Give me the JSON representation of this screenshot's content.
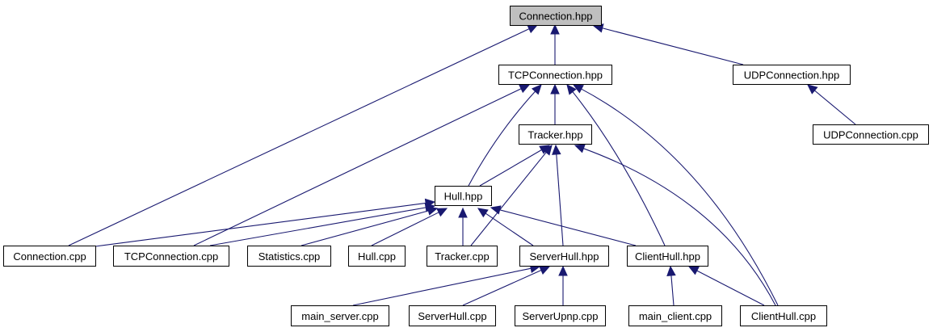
{
  "diagram": {
    "type": "include-dependency-graph",
    "root": "Connection.hpp",
    "nodes": [
      {
        "id": "connection_hpp",
        "label": "Connection.hpp",
        "root": true
      },
      {
        "id": "tcpconnection_hpp",
        "label": "TCPConnection.hpp"
      },
      {
        "id": "udpconnection_hpp",
        "label": "UDPConnection.hpp"
      },
      {
        "id": "udpconnection_cpp",
        "label": "UDPConnection.cpp"
      },
      {
        "id": "tracker_hpp",
        "label": "Tracker.hpp"
      },
      {
        "id": "hull_hpp",
        "label": "Hull.hpp"
      },
      {
        "id": "connection_cpp",
        "label": "Connection.cpp"
      },
      {
        "id": "tcpconnection_cpp",
        "label": "TCPConnection.cpp"
      },
      {
        "id": "statistics_cpp",
        "label": "Statistics.cpp"
      },
      {
        "id": "hull_cpp",
        "label": "Hull.cpp"
      },
      {
        "id": "tracker_cpp",
        "label": "Tracker.cpp"
      },
      {
        "id": "serverhull_hpp",
        "label": "ServerHull.hpp"
      },
      {
        "id": "clienthull_hpp",
        "label": "ClientHull.hpp"
      },
      {
        "id": "main_server_cpp",
        "label": "main_server.cpp"
      },
      {
        "id": "serverhull_cpp",
        "label": "ServerHull.cpp"
      },
      {
        "id": "serverupnp_cpp",
        "label": "ServerUpnp.cpp"
      },
      {
        "id": "main_client_cpp",
        "label": "main_client.cpp"
      },
      {
        "id": "clienthull_cpp",
        "label": "ClientHull.cpp"
      }
    ],
    "edges": [
      {
        "from": "tcpconnection_hpp",
        "to": "connection_hpp"
      },
      {
        "from": "udpconnection_hpp",
        "to": "connection_hpp"
      },
      {
        "from": "connection_cpp",
        "to": "connection_hpp"
      },
      {
        "from": "udpconnection_cpp",
        "to": "udpconnection_hpp"
      },
      {
        "from": "tracker_hpp",
        "to": "tcpconnection_hpp"
      },
      {
        "from": "hull_hpp",
        "to": "tcpconnection_hpp"
      },
      {
        "from": "tcpconnection_cpp",
        "to": "tcpconnection_hpp"
      },
      {
        "from": "clienthull_hpp",
        "to": "tcpconnection_hpp"
      },
      {
        "from": "clienthull_cpp",
        "to": "tcpconnection_hpp"
      },
      {
        "from": "hull_hpp",
        "to": "tracker_hpp"
      },
      {
        "from": "tracker_cpp",
        "to": "tracker_hpp"
      },
      {
        "from": "serverhull_hpp",
        "to": "tracker_hpp"
      },
      {
        "from": "clienthull_cpp",
        "to": "tracker_hpp"
      },
      {
        "from": "connection_cpp",
        "to": "hull_hpp"
      },
      {
        "from": "tcpconnection_cpp",
        "to": "hull_hpp"
      },
      {
        "from": "statistics_cpp",
        "to": "hull_hpp"
      },
      {
        "from": "hull_cpp",
        "to": "hull_hpp"
      },
      {
        "from": "tracker_cpp",
        "to": "hull_hpp"
      },
      {
        "from": "serverhull_hpp",
        "to": "hull_hpp"
      },
      {
        "from": "clienthull_hpp",
        "to": "hull_hpp"
      },
      {
        "from": "main_server_cpp",
        "to": "serverhull_hpp"
      },
      {
        "from": "serverhull_cpp",
        "to": "serverhull_hpp"
      },
      {
        "from": "serverupnp_cpp",
        "to": "serverhull_hpp"
      },
      {
        "from": "main_client_cpp",
        "to": "clienthull_hpp"
      },
      {
        "from": "clienthull_cpp",
        "to": "clienthull_hpp"
      }
    ],
    "colors": {
      "edge": "#191970",
      "root_fill": "#bfbfbf",
      "node_fill": "#ffffff",
      "border": "#000000"
    }
  }
}
